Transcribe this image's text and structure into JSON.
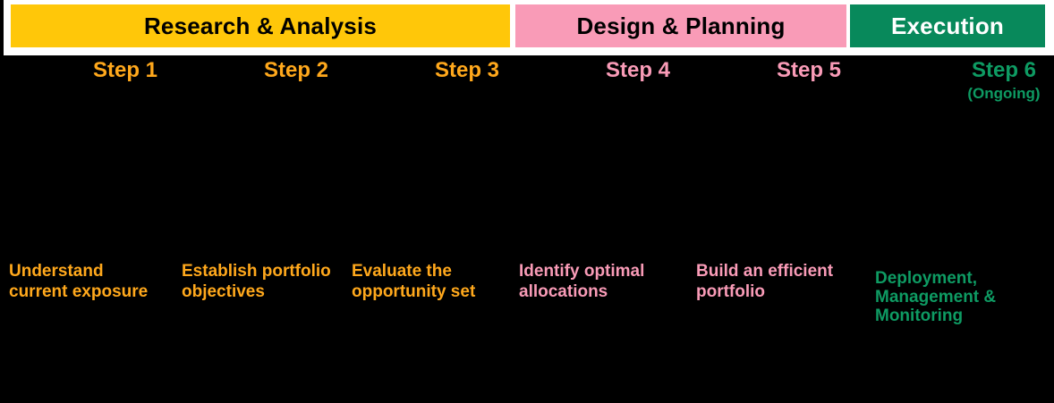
{
  "colors": {
    "background": "#000000",
    "banner_bg": "#FFFFFF",
    "phase_yellow": "#FFC709",
    "phase_pink": "#F99BB7",
    "phase_green": "#08895B",
    "phase_text_dark": "#000000",
    "phase_text_light": "#FFFFFF",
    "text_yellow": "#FFA81C",
    "text_pink": "#F99BB7",
    "text_green": "#0E9B63"
  },
  "phases": [
    {
      "label": "Research & Analysis",
      "color": "#FFC709"
    },
    {
      "label": "Design & Planning",
      "color": "#F99BB7"
    },
    {
      "label": "Execution",
      "color": "#08895B"
    }
  ],
  "steps": [
    {
      "label": "Step 1"
    },
    {
      "label": "Step 2"
    },
    {
      "label": "Step 3"
    },
    {
      "label": "Step 4"
    },
    {
      "label": "Step 5"
    },
    {
      "label": "Step 6",
      "sublabel": "(Ongoing)"
    }
  ],
  "descriptions": [
    {
      "text": "Understand\ncurrent exposure"
    },
    {
      "text": "Establish portfolio\nobjectives"
    },
    {
      "text": "Evaluate the\nopportunity set"
    },
    {
      "text": "Identify optimal\nallocations"
    },
    {
      "text": "Build an efficient\nportfolio"
    },
    {
      "text": "Deployment,\nManagement &\nMonitoring"
    }
  ]
}
